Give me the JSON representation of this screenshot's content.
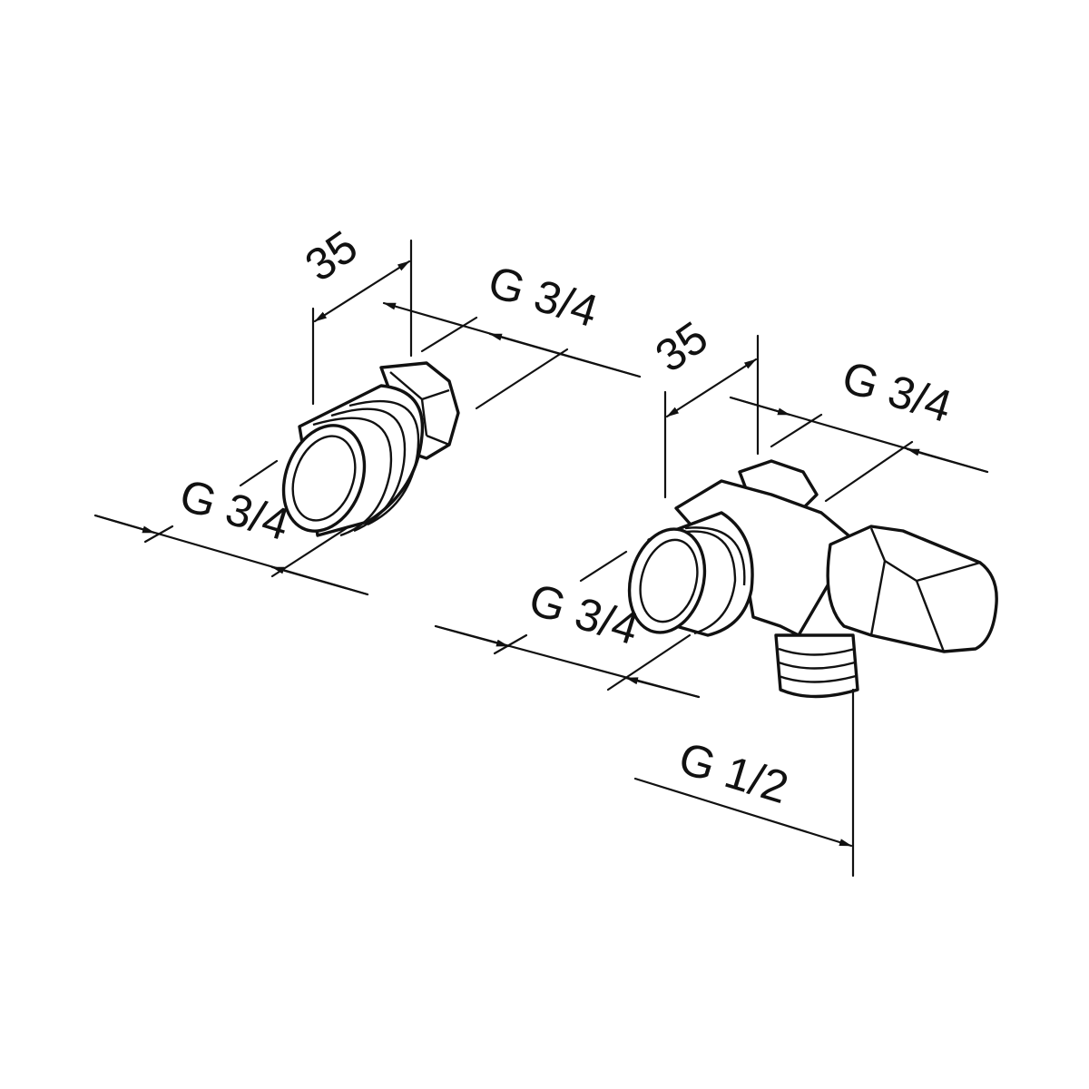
{
  "title": "Valve fitting dimension drawing",
  "labels": {
    "left_depth": "35",
    "left_top_thread": "G 3/4",
    "left_bottom_thread": "G 3/4",
    "right_depth": "35",
    "right_top_thread": "G 3/4",
    "right_bottom_thread": "G 3/4",
    "outlet_thread": "G 1/2"
  },
  "colors": {
    "line": "#111111",
    "background": "#ffffff"
  }
}
